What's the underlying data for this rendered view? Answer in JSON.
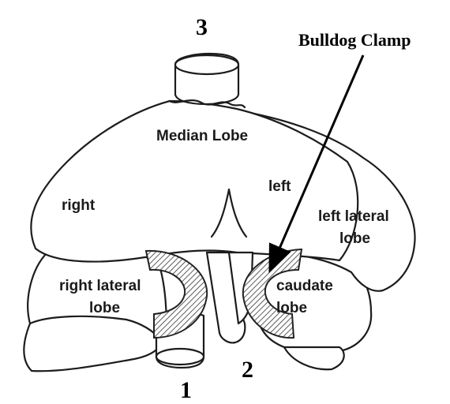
{
  "diagram": {
    "title_label": "Bulldog Clamp",
    "numbers": {
      "top": "3",
      "bottom_left": "1",
      "bottom_right": "2"
    },
    "lobes": {
      "median": "Median Lobe",
      "left": "left",
      "right": "right",
      "left_lateral_line1": "left lateral",
      "left_lateral_line2": "lobe",
      "right_lateral_line1": "right lateral",
      "right_lateral_line2": "lobe",
      "caudate_line1": "caudate",
      "caudate_line2": "lobe"
    }
  }
}
